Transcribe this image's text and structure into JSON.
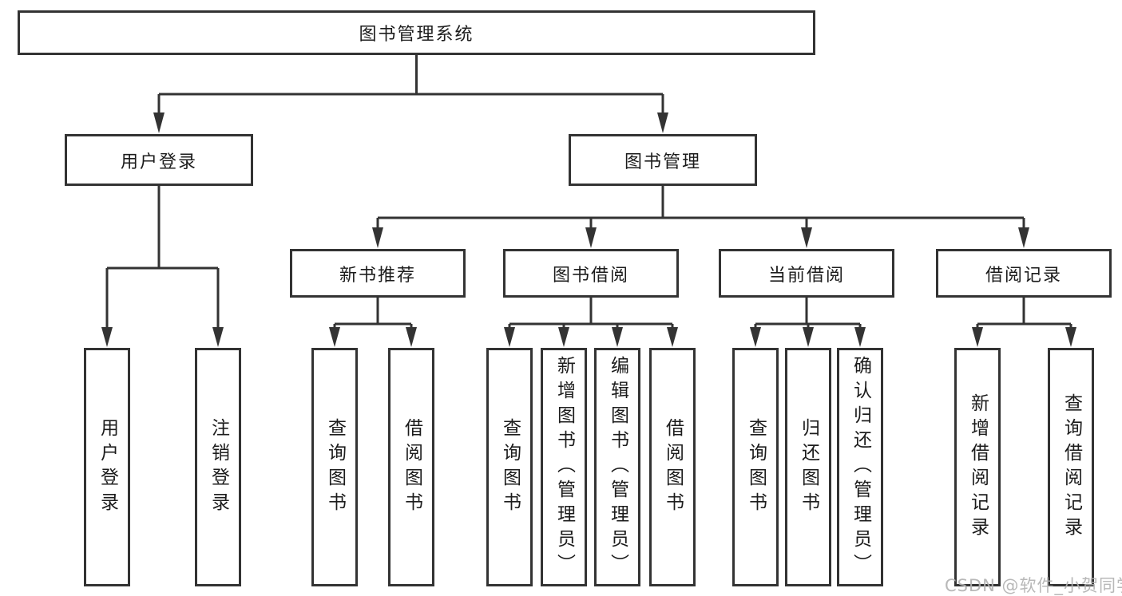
{
  "diagram_title": "图书管理系统",
  "tree": {
    "root": {
      "label": "图书管理系统"
    },
    "branches": [
      {
        "label": "用户登录",
        "leaves": [
          {
            "label": "用户登录"
          },
          {
            "label": "注销登录"
          }
        ]
      },
      {
        "label": "图书管理",
        "children": [
          {
            "label": "新书推荐",
            "leaves": [
              {
                "label": "查询图书"
              },
              {
                "label": "借阅图书"
              }
            ]
          },
          {
            "label": "图书借阅",
            "leaves": [
              {
                "label": "查询图书"
              },
              {
                "label": "新增图书（管理员）"
              },
              {
                "label": "编辑图书（管理员）"
              },
              {
                "label": "借阅图书"
              }
            ]
          },
          {
            "label": "当前借阅",
            "leaves": [
              {
                "label": "查询图书"
              },
              {
                "label": "归还图书"
              },
              {
                "label": "确认归还（管理员）"
              }
            ]
          },
          {
            "label": "借阅记录",
            "leaves": [
              {
                "label": "新增借阅记录"
              },
              {
                "label": "查询借阅记录"
              }
            ]
          }
        ]
      }
    ]
  },
  "watermark": {
    "label": "CSDN @软件_小贺同学"
  },
  "colors": {
    "line": "#333333",
    "box_border": "#333333",
    "box_fill": "#ffffff",
    "text": "#1c1c1c",
    "watermark": "#b2b2b2",
    "background": "#ffffff"
  }
}
